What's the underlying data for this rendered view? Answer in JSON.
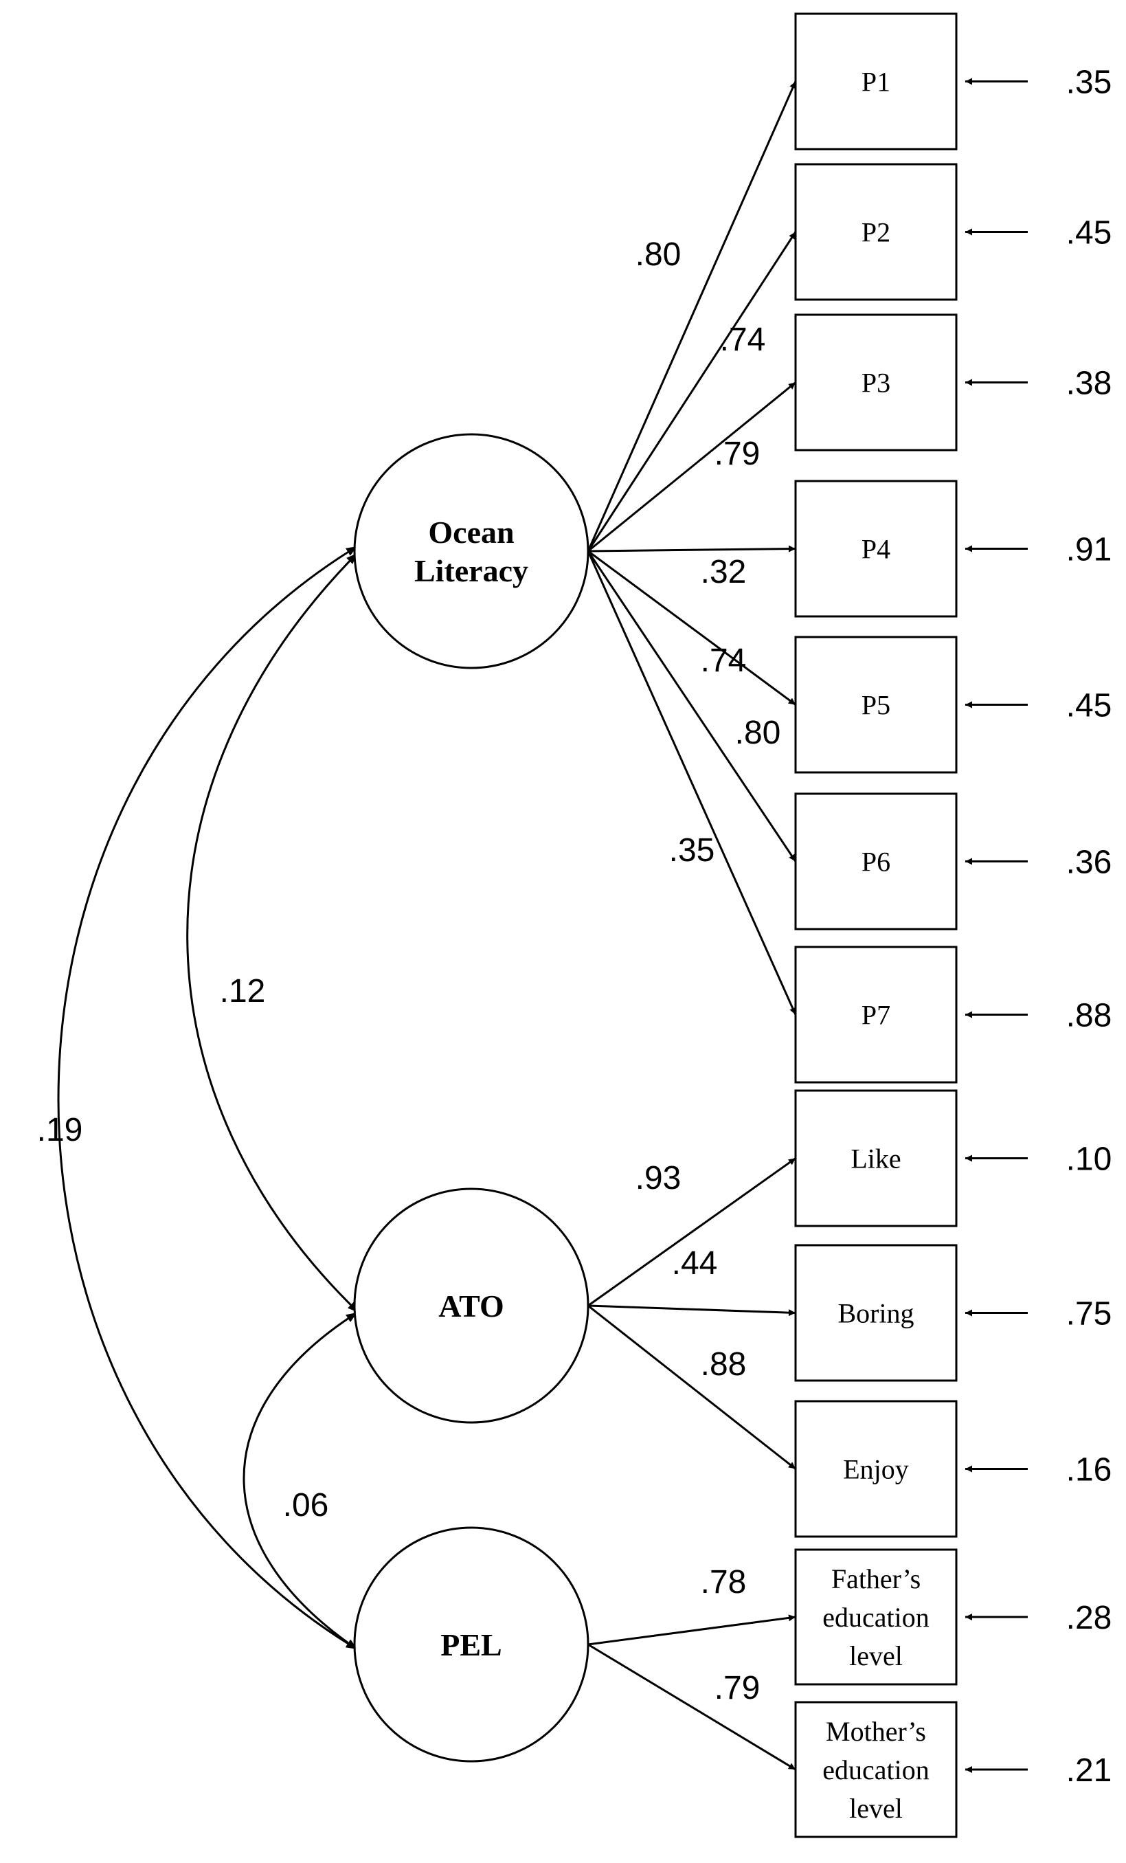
{
  "latent_factors": [
    {
      "id": "ocean",
      "lines": [
        "Ocean",
        "Literacy"
      ]
    },
    {
      "id": "ato",
      "lines": [
        "ATO"
      ]
    },
    {
      "id": "pel",
      "lines": [
        "PEL"
      ]
    }
  ],
  "indicators": [
    {
      "id": "p1",
      "factor": "ocean",
      "lines": [
        "P1"
      ],
      "loading": ".80",
      "error": ".35"
    },
    {
      "id": "p2",
      "factor": "ocean",
      "lines": [
        "P2"
      ],
      "loading": ".74",
      "error": ".45"
    },
    {
      "id": "p3",
      "factor": "ocean",
      "lines": [
        "P3"
      ],
      "loading": ".79",
      "error": ".38"
    },
    {
      "id": "p4",
      "factor": "ocean",
      "lines": [
        "P4"
      ],
      "loading": ".32",
      "error": ".91"
    },
    {
      "id": "p5",
      "factor": "ocean",
      "lines": [
        "P5"
      ],
      "loading": ".74",
      "error": ".45"
    },
    {
      "id": "p6",
      "factor": "ocean",
      "lines": [
        "P6"
      ],
      "loading": ".80",
      "error": ".36"
    },
    {
      "id": "p7",
      "factor": "ocean",
      "lines": [
        "P7"
      ],
      "loading": ".35",
      "error": ".88"
    },
    {
      "id": "like",
      "factor": "ato",
      "lines": [
        "Like"
      ],
      "loading": ".93",
      "error": ".10"
    },
    {
      "id": "boring",
      "factor": "ato",
      "lines": [
        "Boring"
      ],
      "loading": ".44",
      "error": ".75"
    },
    {
      "id": "enjoy",
      "factor": "ato",
      "lines": [
        "Enjoy"
      ],
      "loading": ".88",
      "error": ".16"
    },
    {
      "id": "father",
      "factor": "pel",
      "lines": [
        "Father’s",
        "education",
        "level"
      ],
      "loading": ".78",
      "error": ".28"
    },
    {
      "id": "mother",
      "factor": "pel",
      "lines": [
        "Mother’s",
        "education",
        "level"
      ],
      "loading": ".79",
      "error": ".21"
    }
  ],
  "correlations": [
    {
      "id": "ocean-ato",
      "from": "ocean",
      "to": "ato",
      "value": ".12"
    },
    {
      "id": "ocean-pel",
      "from": "ocean",
      "to": "pel",
      "value": ".19"
    },
    {
      "id": "ato-pel",
      "from": "ato",
      "to": "pel",
      "value": ".06"
    }
  ]
}
